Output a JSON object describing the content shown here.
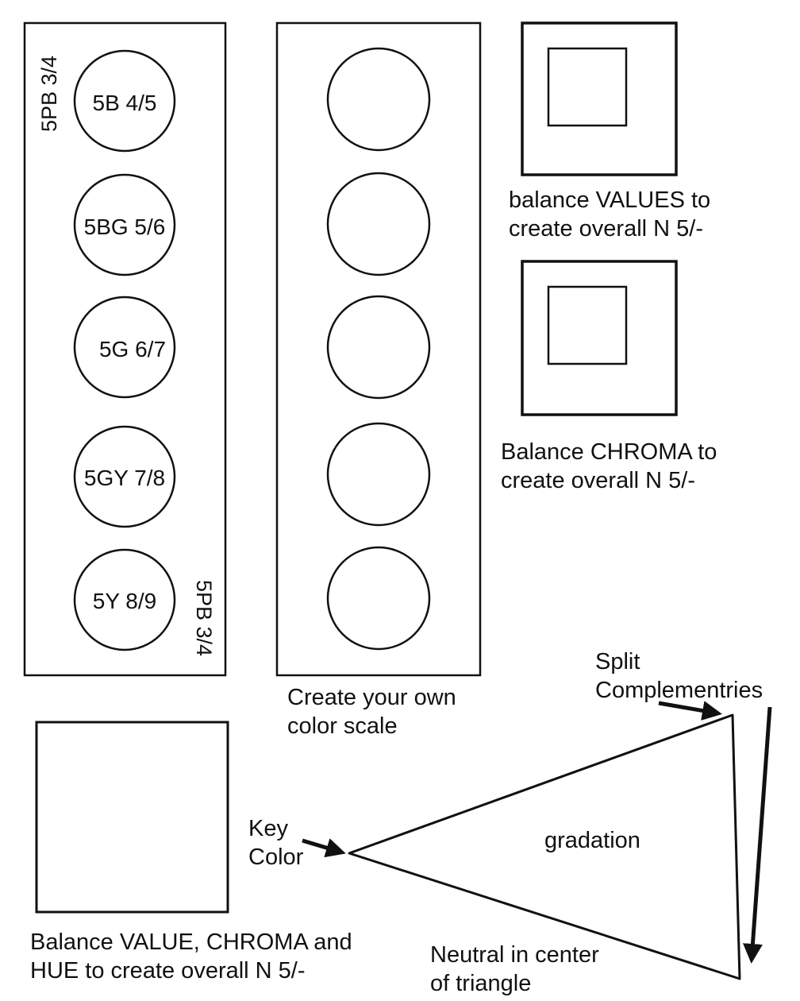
{
  "hue_scale_panel": {
    "top_side_label": "5PB 3/4",
    "bottom_side_label": "5PB 3/4",
    "swatches": [
      {
        "label": "5B 4/5"
      },
      {
        "label": "5BG 5/6"
      },
      {
        "label": "5G 6/7"
      },
      {
        "label": "5GY 7/8"
      },
      {
        "label": "5Y 8/9"
      }
    ]
  },
  "custom_scale_panel": {
    "caption_lines": [
      "Create your own",
      "color scale"
    ],
    "empty_swatch_count": 5
  },
  "value_balance": {
    "caption_lines": [
      "balance VALUES to",
      "create overall N 5/-"
    ]
  },
  "chroma_balance": {
    "caption_lines": [
      "Balance CHROMA to",
      "create overall N 5/-"
    ]
  },
  "full_balance": {
    "caption_lines": [
      "Balance VALUE, CHROMA and",
      "HUE  to create overall N 5/-"
    ]
  },
  "triangle": {
    "key_color_lines": [
      "Key",
      "Color"
    ],
    "split_lines": [
      "Split",
      "Complementries"
    ],
    "center_label": "gradation",
    "neutral_lines": [
      "Neutral in center",
      "of triangle"
    ]
  },
  "colors": {
    "stroke": "#111111",
    "background": "#ffffff"
  }
}
